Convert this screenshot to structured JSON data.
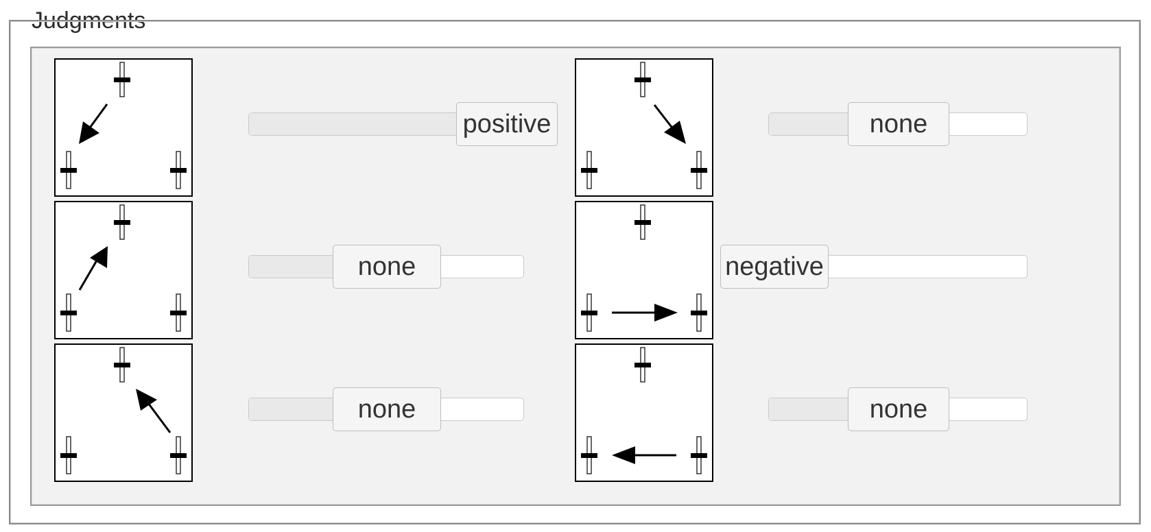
{
  "legend": "Judgments",
  "judgments": [
    {
      "arrow": "from-top-to-bottom-left",
      "selected": "positive",
      "level": 1.0
    },
    {
      "arrow": "from-top-to-bottom-right",
      "selected": "none",
      "level": 0.5
    },
    {
      "arrow": "from-bottom-left-to-top",
      "selected": "none",
      "level": 0.5
    },
    {
      "arrow": "from-bottom-left-to-bottom-right",
      "selected": "negative",
      "level": 0.0
    },
    {
      "arrow": "from-bottom-right-to-top",
      "selected": "none",
      "level": 0.5
    },
    {
      "arrow": "from-bottom-right-to-bottom-left",
      "selected": "none",
      "level": 0.5
    }
  ]
}
